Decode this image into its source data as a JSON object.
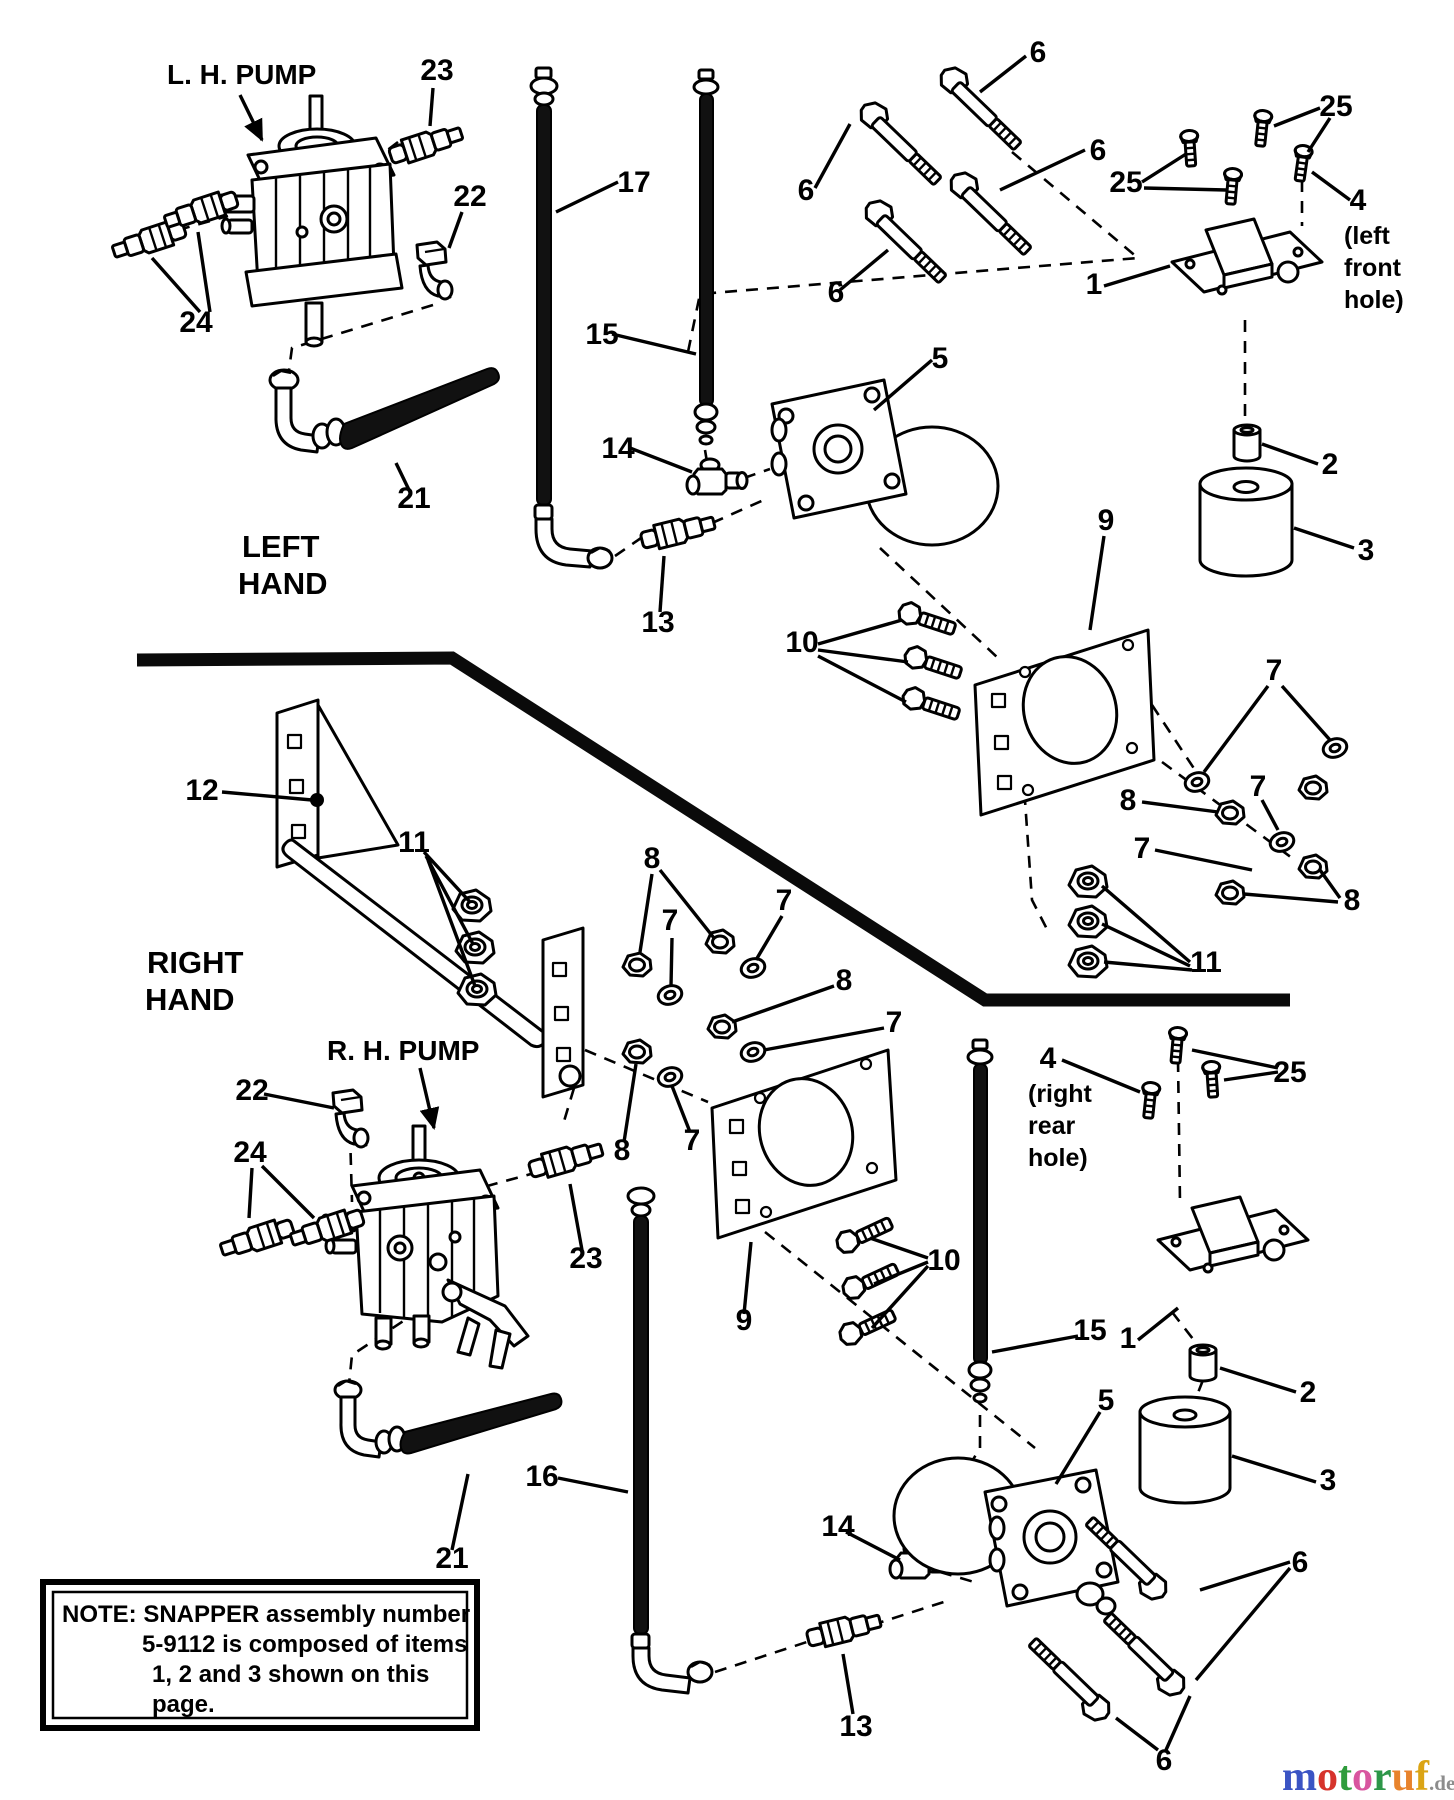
{
  "titles": {
    "lh_pump": "L. H. PUMP",
    "rh_pump": "R. H. PUMP",
    "left_1": "LEFT",
    "left_2": "HAND",
    "right_1": "RIGHT",
    "right_2": "HAND"
  },
  "hole_notes": {
    "left_front_1": "(left",
    "left_front_2": "front",
    "left_front_3": "hole)",
    "right_rear_1": "(right",
    "right_rear_2": "rear",
    "right_rear_3": "hole)"
  },
  "note_box": {
    "l1": "NOTE: SNAPPER assembly number",
    "l2": "5-9112 is composed of items",
    "l3": "1, 2 and 3 shown on this",
    "l4": "page."
  },
  "callouts": {
    "c23L": "23",
    "c22L": "22",
    "c24L": "24",
    "c21L": "21",
    "c17": "17",
    "c15L": "15",
    "c14L": "14",
    "c13L": "13",
    "c5L": "5",
    "c6a": "6",
    "c6b": "6",
    "c6c": "6",
    "c6d": "6",
    "c25a": "25",
    "c25b": "25",
    "c4L": "4",
    "c1a": "1",
    "c2a": "2",
    "c3a": "3",
    "c9a": "9",
    "c10a": "10",
    "c7a1": "7",
    "c7a2": "7",
    "c7a3": "7",
    "c8a1": "8",
    "c8a2": "8",
    "c11a": "11",
    "c12": "12",
    "c11b": "11",
    "c8b1": "8",
    "c7b1": "7",
    "c7b2": "7",
    "c8b2": "8",
    "c7b3": "7",
    "c7b4": "7",
    "c8b3": "8",
    "c22R": "22",
    "c24R": "24",
    "c23R": "23",
    "c16": "16",
    "c21R": "21",
    "c13R": "13",
    "c14R": "14",
    "c15R": "15",
    "c9b": "9",
    "c10b": "10",
    "c4R": "4",
    "c25c": "25",
    "c1b": "1",
    "c2b": "2",
    "c3b": "3",
    "c5R": "5",
    "c6e": "6",
    "c6f": "6"
  },
  "watermark": {
    "letters": [
      {
        "ch": "m",
        "color": "#3b54c4"
      },
      {
        "ch": "o",
        "color": "#d6342c"
      },
      {
        "ch": "t",
        "color": "#2f9c3c"
      },
      {
        "ch": "o",
        "color": "#d8569f"
      },
      {
        "ch": "r",
        "color": "#2d9648"
      },
      {
        "ch": "u",
        "color": "#e8832c"
      },
      {
        "ch": "f",
        "color": "#dba414"
      }
    ],
    "suffix": ".de",
    "suffix_color": "#8d8d8d"
  }
}
